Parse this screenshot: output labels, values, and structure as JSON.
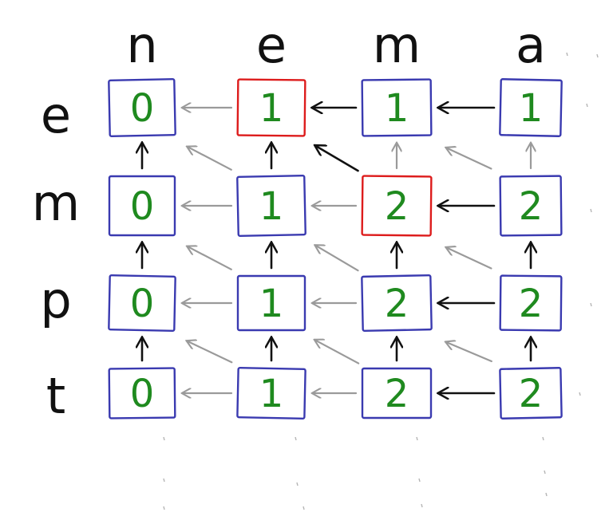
{
  "columns": [
    "n",
    "e",
    "m",
    "a"
  ],
  "rows": [
    "e",
    "m",
    "p",
    "t"
  ],
  "matrix": [
    [
      0,
      1,
      1,
      1
    ],
    [
      0,
      1,
      2,
      2
    ],
    [
      0,
      1,
      2,
      2
    ],
    [
      0,
      1,
      2,
      2
    ]
  ],
  "highlighted": [
    [
      0,
      1
    ],
    [
      1,
      2
    ]
  ],
  "colors": {
    "cell_border": "#3a3ab0",
    "highlight_border": "#dd1c1c",
    "value": "#1f8a1f",
    "path_arrow": "#111111",
    "other_arrow": "#9a9a9a",
    "letters": "#111111"
  },
  "arrows": [
    {
      "from": [
        0,
        1
      ],
      "to": [
        0,
        0
      ],
      "dir": "left",
      "emphasis": false
    },
    {
      "from": [
        0,
        2
      ],
      "to": [
        0,
        1
      ],
      "dir": "left",
      "emphasis": true
    },
    {
      "from": [
        0,
        3
      ],
      "to": [
        0,
        2
      ],
      "dir": "left",
      "emphasis": true
    },
    {
      "from": [
        1,
        0
      ],
      "to": [
        0,
        0
      ],
      "dir": "up",
      "emphasis": true
    },
    {
      "from": [
        1,
        1
      ],
      "to": [
        0,
        0
      ],
      "dir": "diag",
      "emphasis": false
    },
    {
      "from": [
        1,
        1
      ],
      "to": [
        0,
        1
      ],
      "dir": "up",
      "emphasis": true
    },
    {
      "from": [
        1,
        2
      ],
      "to": [
        0,
        1
      ],
      "dir": "diag",
      "emphasis": true
    },
    {
      "from": [
        1,
        2
      ],
      "to": [
        0,
        2
      ],
      "dir": "up",
      "emphasis": false
    },
    {
      "from": [
        1,
        3
      ],
      "to": [
        0,
        2
      ],
      "dir": "diag",
      "emphasis": false
    },
    {
      "from": [
        1,
        3
      ],
      "to": [
        0,
        3
      ],
      "dir": "up",
      "emphasis": false
    },
    {
      "from": [
        1,
        1
      ],
      "to": [
        1,
        0
      ],
      "dir": "left",
      "emphasis": false
    },
    {
      "from": [
        1,
        2
      ],
      "to": [
        1,
        1
      ],
      "dir": "left",
      "emphasis": false
    },
    {
      "from": [
        1,
        3
      ],
      "to": [
        1,
        2
      ],
      "dir": "left",
      "emphasis": true
    },
    {
      "from": [
        2,
        0
      ],
      "to": [
        1,
        0
      ],
      "dir": "up",
      "emphasis": true
    },
    {
      "from": [
        2,
        1
      ],
      "to": [
        1,
        0
      ],
      "dir": "diag",
      "emphasis": false
    },
    {
      "from": [
        2,
        1
      ],
      "to": [
        1,
        1
      ],
      "dir": "up",
      "emphasis": true
    },
    {
      "from": [
        2,
        2
      ],
      "to": [
        1,
        1
      ],
      "dir": "diag",
      "emphasis": false
    },
    {
      "from": [
        2,
        2
      ],
      "to": [
        1,
        2
      ],
      "dir": "up",
      "emphasis": true
    },
    {
      "from": [
        2,
        3
      ],
      "to": [
        1,
        2
      ],
      "dir": "diag",
      "emphasis": false
    },
    {
      "from": [
        2,
        3
      ],
      "to": [
        1,
        3
      ],
      "dir": "up",
      "emphasis": true
    },
    {
      "from": [
        2,
        1
      ],
      "to": [
        2,
        0
      ],
      "dir": "left",
      "emphasis": false
    },
    {
      "from": [
        2,
        2
      ],
      "to": [
        2,
        1
      ],
      "dir": "left",
      "emphasis": false
    },
    {
      "from": [
        2,
        3
      ],
      "to": [
        2,
        2
      ],
      "dir": "left",
      "emphasis": true
    },
    {
      "from": [
        3,
        0
      ],
      "to": [
        2,
        0
      ],
      "dir": "up",
      "emphasis": true
    },
    {
      "from": [
        3,
        1
      ],
      "to": [
        2,
        0
      ],
      "dir": "diag",
      "emphasis": false
    },
    {
      "from": [
        3,
        1
      ],
      "to": [
        2,
        1
      ],
      "dir": "up",
      "emphasis": true
    },
    {
      "from": [
        3,
        2
      ],
      "to": [
        2,
        1
      ],
      "dir": "diag",
      "emphasis": false
    },
    {
      "from": [
        3,
        2
      ],
      "to": [
        2,
        2
      ],
      "dir": "up",
      "emphasis": true
    },
    {
      "from": [
        3,
        3
      ],
      "to": [
        2,
        2
      ],
      "dir": "diag",
      "emphasis": false
    },
    {
      "from": [
        3,
        3
      ],
      "to": [
        2,
        3
      ],
      "dir": "up",
      "emphasis": true
    },
    {
      "from": [
        3,
        1
      ],
      "to": [
        3,
        0
      ],
      "dir": "left",
      "emphasis": false
    },
    {
      "from": [
        3,
        2
      ],
      "to": [
        3,
        1
      ],
      "dir": "left",
      "emphasis": false
    },
    {
      "from": [
        3,
        3
      ],
      "to": [
        3,
        2
      ],
      "dir": "left",
      "emphasis": true
    }
  ]
}
